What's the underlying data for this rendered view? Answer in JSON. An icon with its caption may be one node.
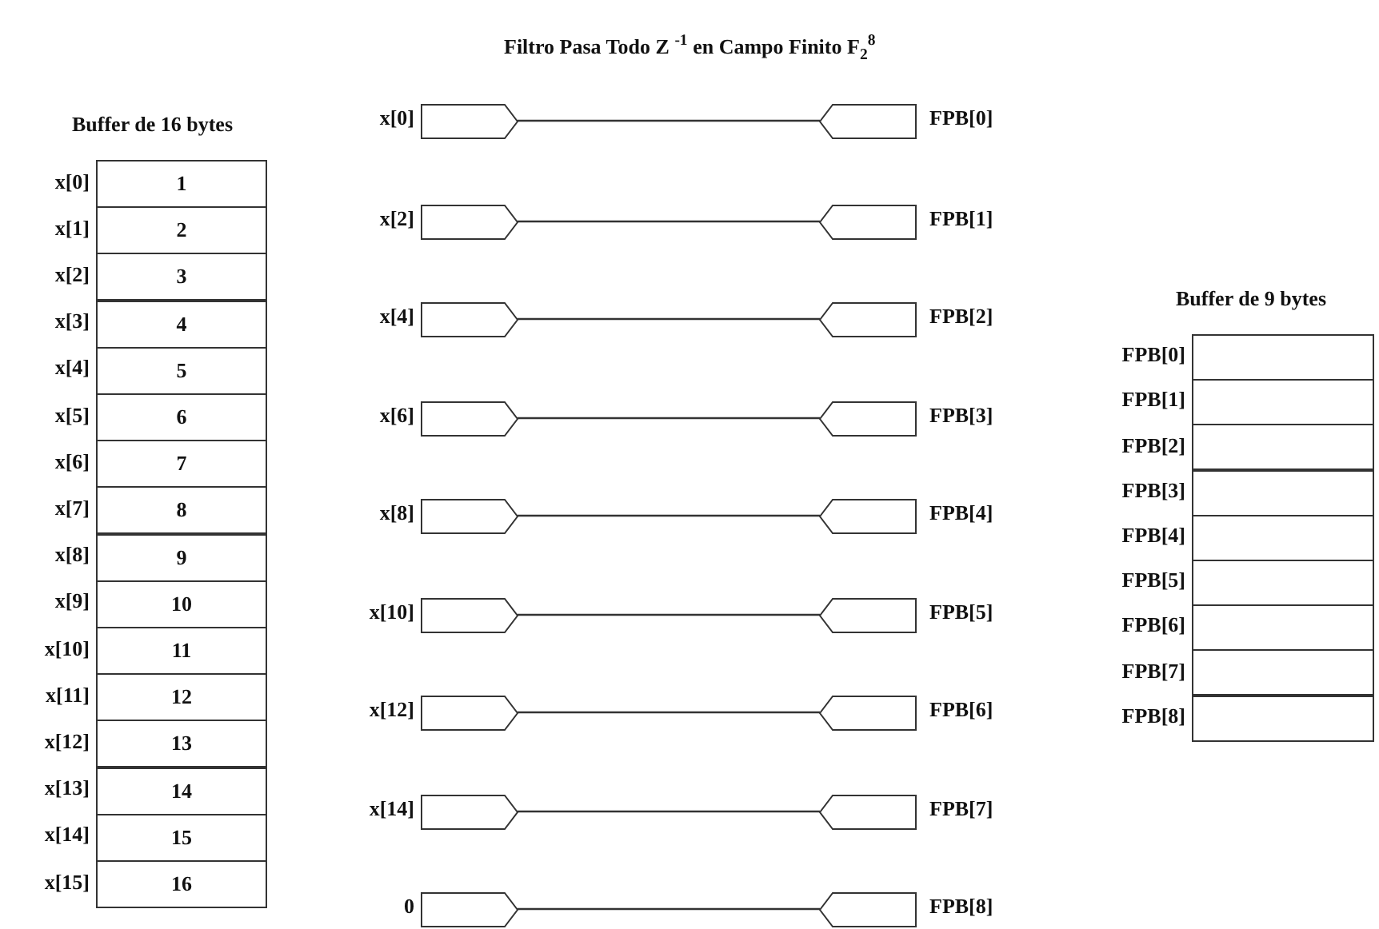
{
  "diagram": {
    "title": "Filtro Pasa Todo  Z $^{-1}$ en Campo Finito  F$_{2}$$^{8}$",
    "nodes": [
      {
        "text": [
          "Buffer de 16 bytes"
        ]
      },
      {
        "text": [
          "1"
        ],
        "in": 0,
        "beside": [
          "x[0]"
        ]
      },
      {
        "text": [
          "2"
        ],
        "in": 0,
        "beside": [
          "x[1]"
        ]
      },
      {
        "text": [
          "3"
        ],
        "in": 0,
        "beside": [
          "x[2]"
        ]
      },
      {
        "text": [
          "4"
        ],
        "in": 0,
        "beside": [
          "x[3]"
        ]
      },
      {
        "text": [
          "5"
        ],
        "in": 0,
        "beside": [
          "x[4]"
        ]
      },
      {
        "text": [
          "6"
        ],
        "in": 0,
        "beside": [
          "x[5]"
        ]
      },
      {
        "text": [
          "7"
        ],
        "in": 0,
        "beside": [
          "x[6]"
        ]
      },
      {
        "text": [
          "8"
        ],
        "in": 0,
        "beside": [
          "x[7]"
        ]
      },
      {
        "text": [
          "9"
        ],
        "in": 0,
        "beside": [
          "x[8]"
        ]
      },
      {
        "text": [
          "10"
        ],
        "in": 0,
        "beside": [
          "x[9]"
        ]
      },
      {
        "text": [
          "11"
        ],
        "in": 0,
        "beside": [
          "x[10]"
        ]
      },
      {
        "text": [
          "12"
        ],
        "in": 0,
        "beside": [
          "x[11]"
        ]
      },
      {
        "text": [
          "13"
        ],
        "in": 0,
        "beside": [
          "x[12]"
        ]
      },
      {
        "text": [
          "14"
        ],
        "in": 0,
        "beside": [
          "x[13]"
        ]
      },
      {
        "text": [
          "15"
        ],
        "in": 0,
        "beside": [
          "x[14]"
        ]
      },
      {
        "text": [
          "16"
        ],
        "in": 0,
        "beside": [
          "x[15]"
        ]
      },
      {
        "text": [],
        "shape": "pentagon",
        "beside": [
          "x[0]"
        ]
      },
      {
        "text": [],
        "shape": "pentagon",
        "beside": [
          "FPB[0]"
        ]
      },
      {
        "text": [],
        "shape": "pentagon",
        "beside": [
          "x[2]"
        ]
      },
      {
        "text": [],
        "shape": "pentagon",
        "beside": [
          "FPB[1]"
        ]
      },
      {
        "text": [],
        "shape": "pentagon",
        "beside": [
          "x[4]"
        ]
      },
      {
        "text": [],
        "shape": "pentagon",
        "beside": [
          "FPB[2]"
        ]
      },
      {
        "text": [],
        "shape": "pentagon",
        "beside": [
          "x[6]"
        ]
      },
      {
        "text": [],
        "shape": "pentagon",
        "beside": [
          "FPB[3]"
        ]
      },
      {
        "text": [],
        "shape": "pentagon",
        "beside": [
          "x[8]"
        ]
      },
      {
        "text": [],
        "shape": "pentagon",
        "beside": [
          "FPB[4]"
        ]
      },
      {
        "text": [],
        "shape": "pentagon",
        "beside": [
          "x[10]"
        ]
      },
      {
        "text": [],
        "shape": "pentagon",
        "beside": [
          "FPB[5]"
        ]
      },
      {
        "text": [],
        "shape": "pentagon",
        "beside": [
          "x[12]"
        ]
      },
      {
        "text": [],
        "shape": "pentagon",
        "beside": [
          "FPB[6]"
        ]
      },
      {
        "text": [],
        "shape": "pentagon",
        "beside": [
          "x[14]"
        ]
      },
      {
        "text": [],
        "shape": "pentagon",
        "beside": [
          "FPB[7]"
        ]
      },
      {
        "text": [],
        "shape": "pentagon",
        "beside": [
          "0"
        ]
      },
      {
        "text": [],
        "shape": "pentagon",
        "beside": [
          "FPB[8]"
        ]
      },
      {
        "text": [
          "Buffer de 9 bytes"
        ]
      },
      {
        "text": [],
        "shape": "box",
        "in": 35,
        "beside": [
          "FPB[0]"
        ]
      },
      {
        "text": [],
        "shape": "box",
        "in": 35,
        "beside": [
          "FPB[1]"
        ]
      },
      {
        "text": [],
        "shape": "box",
        "in": 35,
        "beside": [
          "FPB[2]"
        ]
      },
      {
        "text": [],
        "shape": "box",
        "in": 35,
        "beside": [
          "FPB[3]"
        ]
      },
      {
        "text": [],
        "shape": "box",
        "in": 35,
        "beside": [
          "FPB[4]"
        ]
      },
      {
        "text": [],
        "shape": "box",
        "in": 35,
        "beside": [
          "FPB[5]"
        ]
      },
      {
        "text": [],
        "shape": "box",
        "in": 35,
        "beside": [
          "FPB[6]"
        ]
      },
      {
        "text": [],
        "shape": "box",
        "in": 35,
        "beside": [
          "FPB[7]"
        ]
      },
      {
        "text": [],
        "shape": "box",
        "in": 35,
        "beside": [
          "FPB[8]"
        ]
      }
    ],
    "edges": [
      {
        "from": 17,
        "to": 18,
        "arrow": "none"
      },
      {
        "from": 19,
        "to": 20,
        "arrow": "none"
      },
      {
        "from": 21,
        "to": 22,
        "arrow": "none"
      },
      {
        "from": 23,
        "to": 24,
        "arrow": "none"
      },
      {
        "from": 25,
        "to": 26,
        "arrow": "none"
      },
      {
        "from": 27,
        "to": 28,
        "arrow": "none"
      },
      {
        "from": 29,
        "to": 30,
        "arrow": "none"
      },
      {
        "from": 31,
        "to": 32,
        "arrow": "none"
      },
      {
        "from": 33,
        "to": 34,
        "arrow": "none"
      }
    ]
  }
}
